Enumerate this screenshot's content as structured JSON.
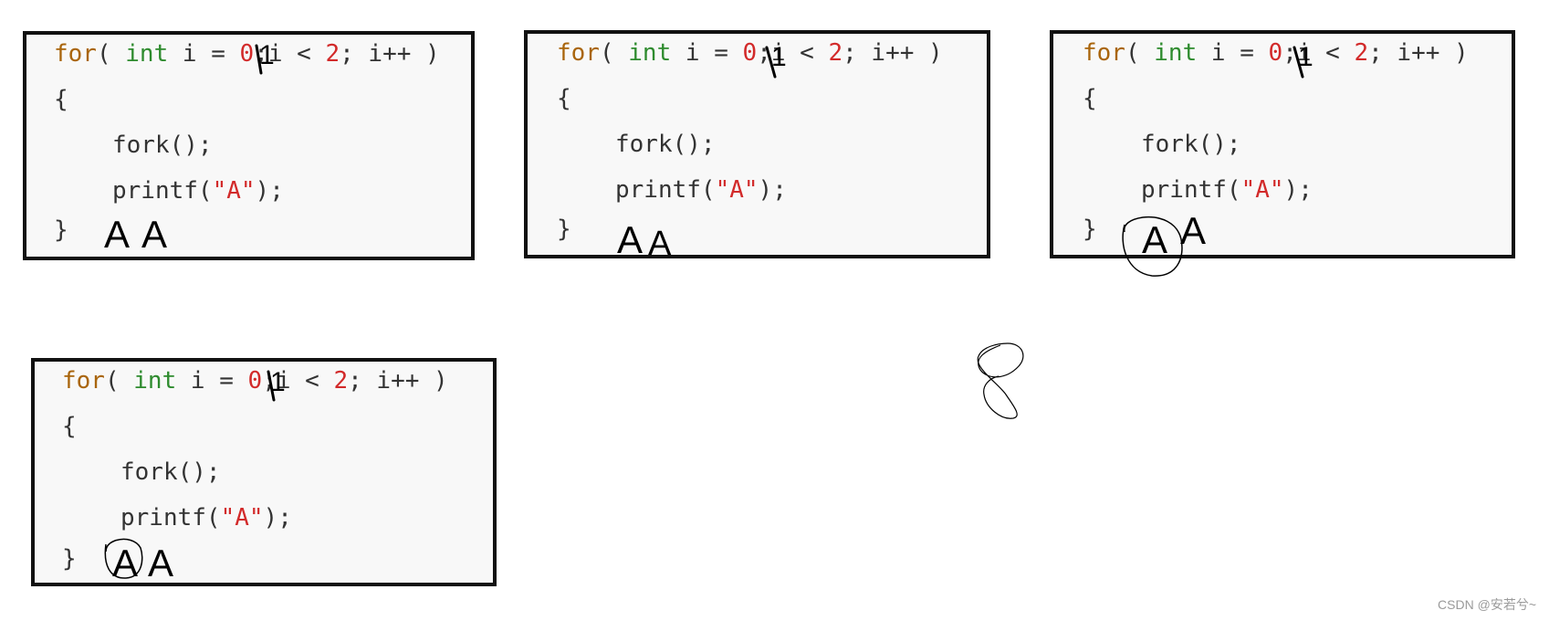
{
  "code": {
    "for_kw": "for",
    "open_paren": "( ",
    "int_kw": "int",
    "decl": " i = ",
    "init_value": "0",
    "cond_pre": ";i < ",
    "limit": "2",
    "cond_post": "; i++ )",
    "open_brace": "{",
    "fork_stmt": "fork();",
    "printf_pre": "printf(",
    "printf_arg": "\"A\"",
    "printf_post": ");",
    "close_brace": "}"
  },
  "annotations": {
    "handwritten_i_value": "1",
    "output_char": "A"
  },
  "watermark": "CSDN @安若兮~"
}
